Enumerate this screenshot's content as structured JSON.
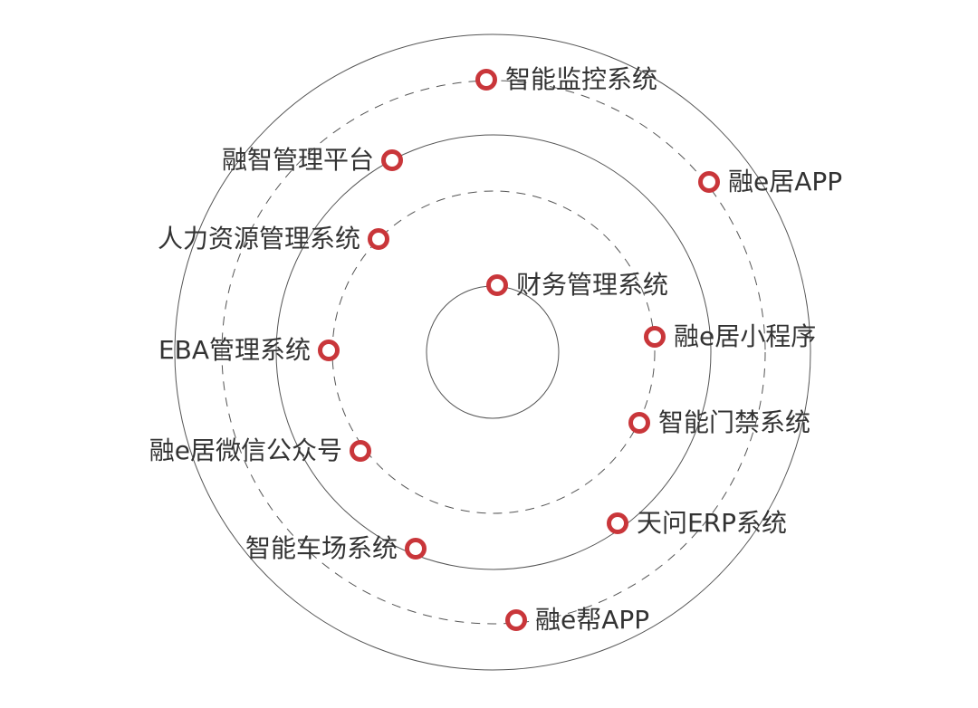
{
  "title": "",
  "colors": {
    "accent": "#c9363a",
    "ring": "#555555",
    "text": "#333333"
  },
  "nodes": [
    {
      "label": "智能监控系统"
    },
    {
      "label": "融智管理平台"
    },
    {
      "label": "融e居APP"
    },
    {
      "label": "人力资源管理系统"
    },
    {
      "label": "财务管理系统"
    },
    {
      "label": "融e居小程序"
    },
    {
      "label": "EBA管理系统"
    },
    {
      "label": "智能门禁系统"
    },
    {
      "label": "融e居微信公众号"
    },
    {
      "label": "天问ERP系统"
    },
    {
      "label": "智能车场系统"
    },
    {
      "label": "融e帮APP"
    }
  ]
}
